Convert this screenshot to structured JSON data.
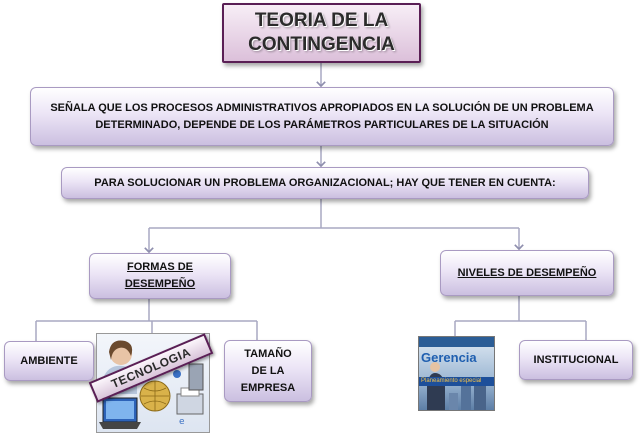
{
  "diagram": {
    "title": "TEORIA DE LA CONTINGENCIA",
    "definition": "SEÑALA QUE LOS PROCESOS ADMINISTRATIVOS APROPIADOS EN LA SOLUCIÓN DE UN PROBLEMA DETERMINADO, DEPENDE DE LOS PARÁMETROS PARTICULARES DE LA SITUACIÓN",
    "instruction": "PARA SOLUCIONAR UN PROBLEMA ORGANIZACIONAL; HAY QUE TENER EN CUENTA:",
    "branches": {
      "formas": {
        "label": "FORMAS DE DESEMPEÑO",
        "children": {
          "ambiente": "AMBIENTE",
          "tecnologia": "TECNOLOGIA",
          "tamano": "TAMAÑO DE LA EMPRESA"
        }
      },
      "niveles": {
        "label": "NIVELES DE DESEMPEÑO",
        "children": {
          "gerencia_image_text": "Gerencia",
          "gerencia_image_subtext": "Planeamiento especial",
          "institucional": "INSTITUCIONAL"
        }
      }
    }
  },
  "colors": {
    "node_fill_top": "#ffffff",
    "node_fill_bottom": "#cbbfe0",
    "node_border": "#a99ac2",
    "title_border": "#5a1f55",
    "connector": "#a8a8c2"
  },
  "icons": [
    "arrow-down-icon",
    "technology-clipart-image",
    "gerencia-image"
  ]
}
